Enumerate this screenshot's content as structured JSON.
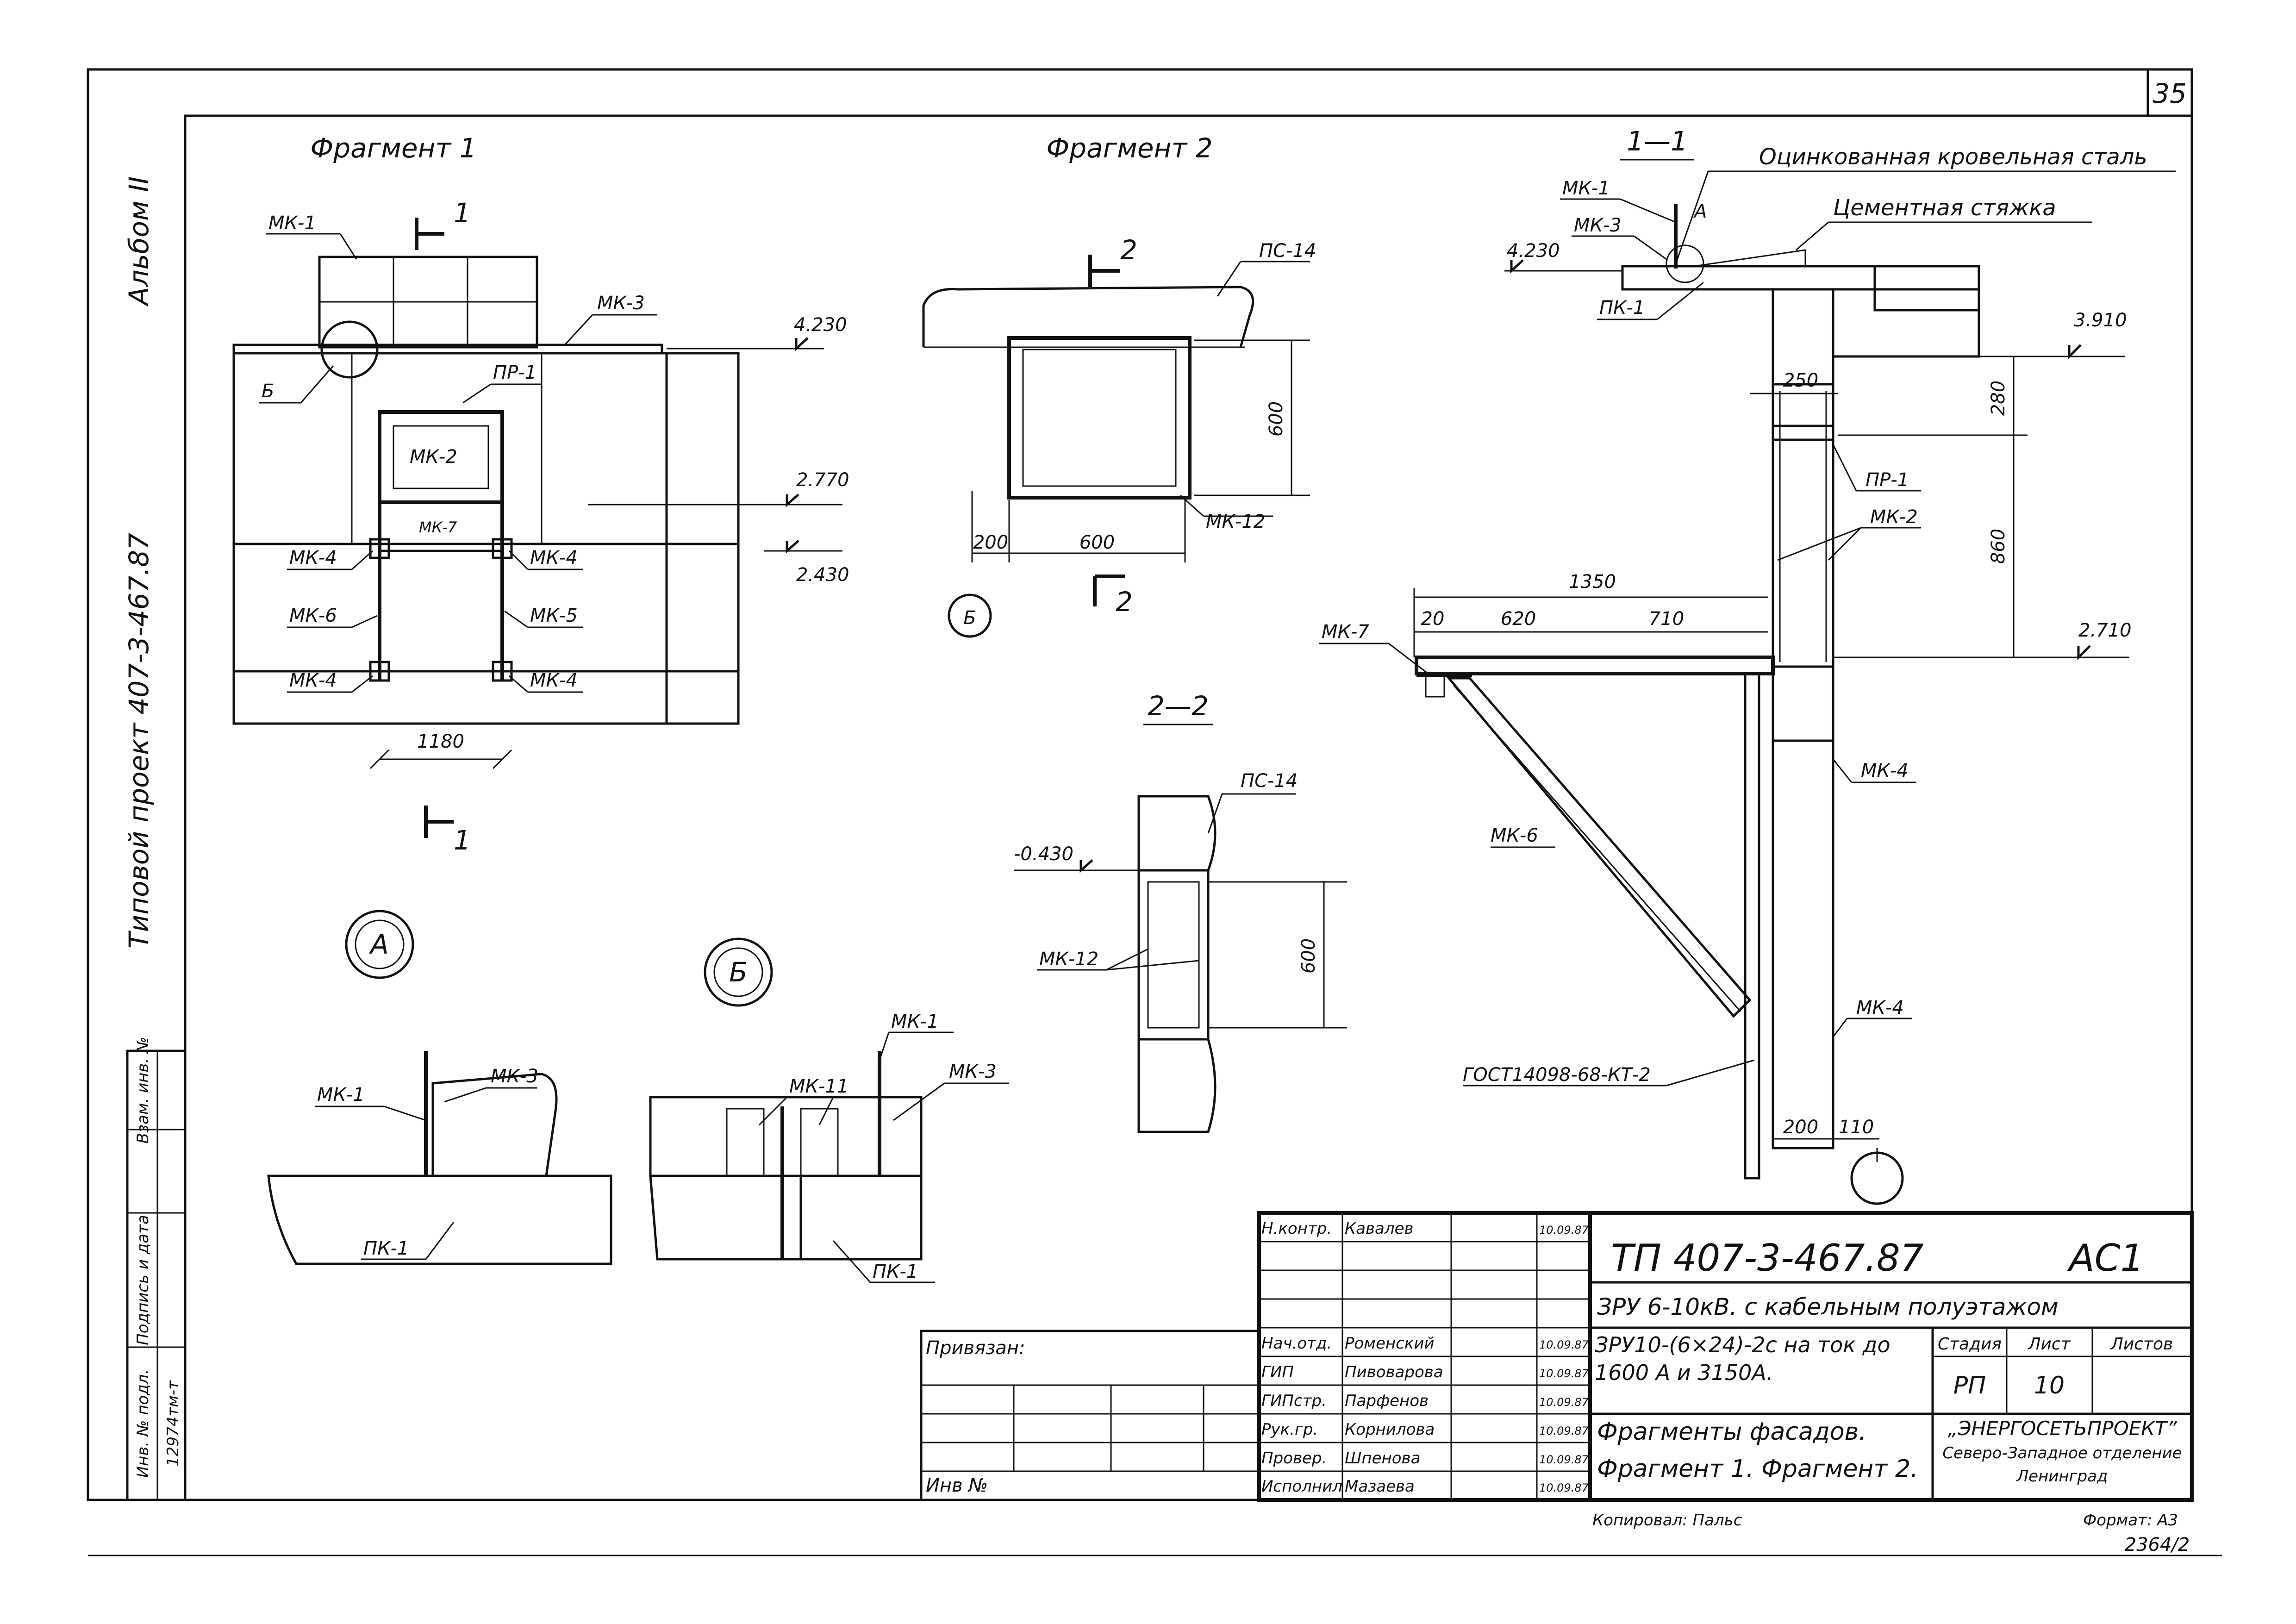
{
  "sheet": {
    "page_number": "35",
    "bottom_stamp": "2364/2"
  },
  "side_margin": {
    "album": "Альбом II",
    "project": "Типовой проект 407-3-467.87",
    "stamp_cols": [
      "Инв. № подл.",
      "Подпись и дата",
      "Взам. инв. №"
    ],
    "inv_value": "12974тм-т"
  },
  "fragments": {
    "fragment1_title": "Фрагмент 1",
    "fragment2_title": "Фрагмент 2",
    "section11_title": "1—1",
    "section22_title": "2—2",
    "detail_a": "А",
    "detail_b": "Б"
  },
  "fragment1": {
    "section_mark_top": "1",
    "section_mark_bottom": "1",
    "labels": [
      "МК-1",
      "МК-3",
      "Б",
      "ПР-1",
      "МК-2",
      "МК-7",
      "МК-4",
      "МК-4",
      "МК-6",
      "МК-5",
      "МК-4",
      "МК-4"
    ],
    "level_top": "4.230",
    "level_mid": "2.770",
    "level_low": "2.430",
    "dim_width": "1180"
  },
  "fragment2": {
    "section_mark": "2",
    "label_ps": "ПС-14",
    "label_mk": "МК-12",
    "dim_height": "600",
    "dim_left": "200",
    "dim_width": "600",
    "detail_ref": "Б"
  },
  "section11": {
    "note_roof": "Оцинкованная кровельная сталь",
    "note_screed": "Цементная стяжка",
    "label_mk1": "МК-1",
    "label_mk3": "МК-3",
    "label_a": "А",
    "label_pk1": "ПК-1",
    "label_pr1": "ПР-1",
    "label_mk2": "МК-2",
    "label_mk7": "МК-7",
    "label_mk4_top": "МК-4",
    "label_mk6": "МК-6",
    "label_mk4_bottom": "МК-4",
    "gost_note": "ГОСТ14098-68-КТ-2",
    "level_top": "4.230",
    "level_mid": "3.910",
    "level_low": "2.710",
    "dim_250": "250",
    "dim_280": "280",
    "dim_860": "860",
    "dim_1350": "1350",
    "dim_20": "20",
    "dim_620": "620",
    "dim_710": "710",
    "dim_200": "200",
    "dim_110": "110"
  },
  "section22": {
    "label_ps": "ПС-14",
    "level": "-0.430",
    "label_mk": "МК-12",
    "dim_height": "600"
  },
  "detail_a": {
    "labels": [
      "МК-1",
      "МК-3",
      "ПК-1"
    ]
  },
  "detail_b": {
    "labels": [
      "МК-1",
      "МК-11",
      "МК-3",
      "ПК-1"
    ]
  },
  "title_block": {
    "code": "ТП 407-3-467.87",
    "sheet_mark": "АС1",
    "subject": "ЗРУ 6-10кВ. с кабельным полуэтажом",
    "variant": "ЗРУ10-(6×24)-2с на ток до 1600 А и 3150А.",
    "drawing_title_1": "Фрагменты фасадов.",
    "drawing_title_2": "Фрагмент 1. Фрагмент 2.",
    "org_1": "„ЭНЕРГОСЕТЬПРОЕКТ”",
    "org_2": "Северо-Западное отделение",
    "org_3": "Ленинград",
    "stage_header": "Стадия",
    "sheet_header": "Лист",
    "sheets_header": "Листов",
    "stage_value": "РП",
    "sheet_value": "10",
    "sheets_value": "",
    "bound_label": "Привязан:",
    "inv_label": "Инв №",
    "copied": "Копировал: Пальс",
    "format": "Формат: А3",
    "roles": [
      {
        "role": "Н.контр.",
        "name": "Кавалев",
        "date": "10.09.87"
      },
      {
        "role": "",
        "name": "",
        "date": ""
      },
      {
        "role": "",
        "name": "",
        "date": ""
      },
      {
        "role": "",
        "name": "",
        "date": ""
      },
      {
        "role": "Нач.отд.",
        "name": "Роменский",
        "date": "10.09.87"
      },
      {
        "role": "ГИП",
        "name": "Пивоварова",
        "date": "10.09.87"
      },
      {
        "role": "ГИПстр.",
        "name": "Парфенов",
        "date": "10.09.87"
      },
      {
        "role": "Рук.гр.",
        "name": "Корнилова",
        "date": "10.09.87"
      },
      {
        "role": "Провер.",
        "name": "Шпенова",
        "date": "10.09.87"
      },
      {
        "role": "Исполнил",
        "name": "Мазаева",
        "date": "10.09.87"
      }
    ]
  },
  "colors": {
    "ink": "#111111",
    "paper": "#ffffff"
  }
}
